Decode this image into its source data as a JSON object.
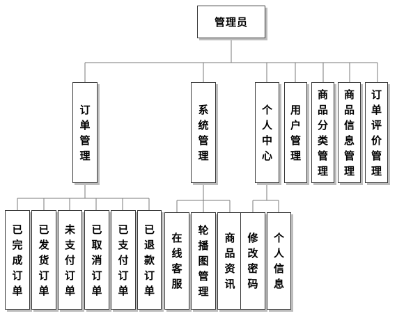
{
  "root": {
    "label": "管理员"
  },
  "modules": [
    {
      "label": "订单管理",
      "children": [
        "已完成订单",
        "已发货订单",
        "未支付订单",
        "已取消订单",
        "已支付订单",
        "已退款订单"
      ]
    },
    {
      "label": "系统管理",
      "children": [
        "在线客服",
        "轮播图管理",
        "商品资讯"
      ]
    },
    {
      "label": "个人中心",
      "children": [
        "修改密码",
        "个人信息"
      ]
    },
    {
      "label": "用户管理",
      "children": []
    },
    {
      "label": "商品分类管理",
      "children": []
    },
    {
      "label": "商品信息管理",
      "children": []
    },
    {
      "label": "订单评价管理",
      "children": []
    }
  ]
}
